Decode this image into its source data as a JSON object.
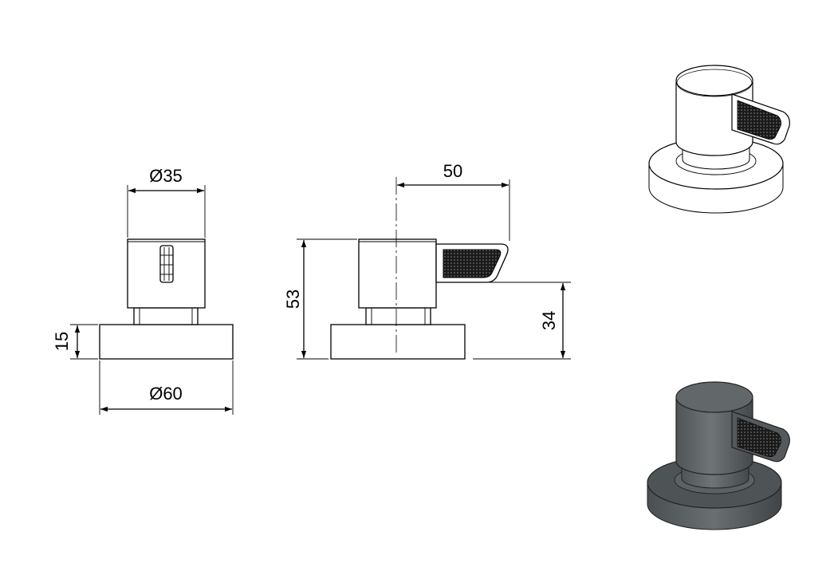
{
  "dimensions": {
    "knob_diameter": "Ø35",
    "base_diameter": "Ø60",
    "base_height": "15",
    "total_height": "53",
    "lever_length": "50",
    "lever_height": "34"
  },
  "colors": {
    "line": "#000000",
    "background": "#ffffff",
    "grip_texture": "#1a1a1a",
    "render_light": "#ffffff",
    "render_dark": "#5a5f61"
  }
}
